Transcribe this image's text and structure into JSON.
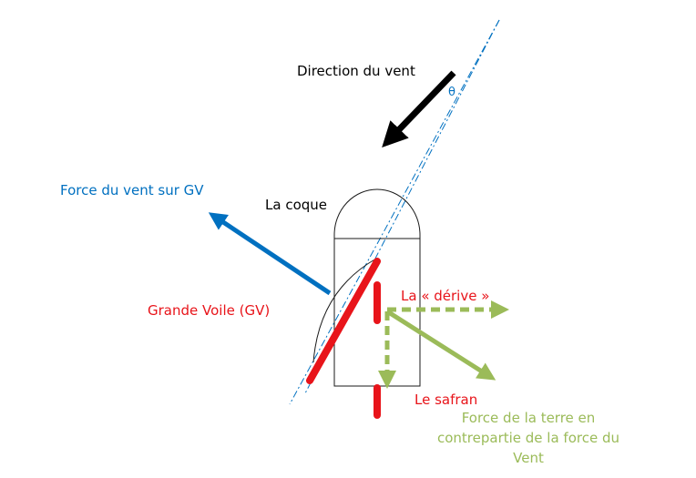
{
  "labels": {
    "wind_direction": "Direction du vent",
    "theta": "θ",
    "force_on_gv": "Force du vent sur GV",
    "hull": "La coque",
    "mainsail": "Grande Voile (GV)",
    "leeway": "La « dérive »",
    "rudder": "Le safran",
    "ground_force": "Force de la terre en contrepartie de la force du Vent"
  },
  "colors": {
    "black": "#000000",
    "blue": "#0070C0",
    "red": "#E8141A",
    "green": "#9BBB59",
    "hull": "#1a1a1a"
  }
}
